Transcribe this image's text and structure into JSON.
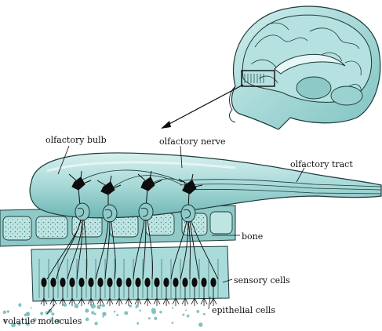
{
  "labels": {
    "olfactory_bulb": "olfactory bulb",
    "olfactory_nerve": "olfactory nerve",
    "olfactory_tract": "olfactory tract",
    "bone": "bone",
    "sensory_cells": "sensory cells",
    "epithelial_cells": "epithelial cells",
    "volatile_molecules": "volatile molecules"
  },
  "colors": {
    "tissue": "#9fd4d2",
    "tissue_light": "#c9eceb",
    "tissue_dark": "#5fa9a8",
    "outline": "#1a3a3a",
    "neuron": "#0d0d0d",
    "background": "#ffffff"
  }
}
